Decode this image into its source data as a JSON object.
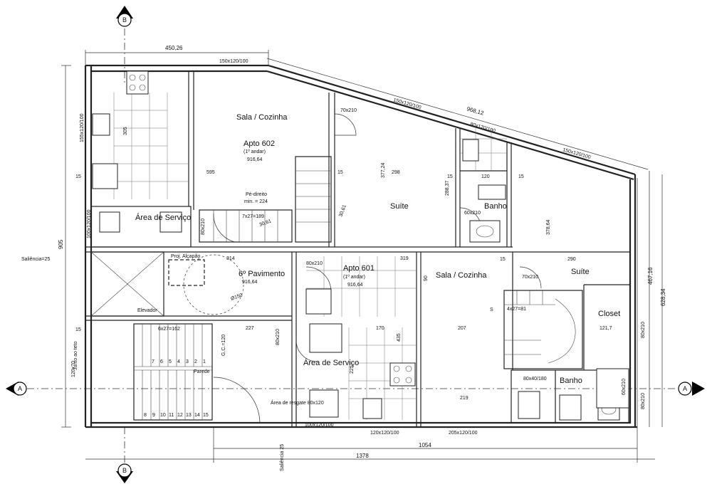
{
  "section_markers": {
    "top": "B",
    "bottom": "B",
    "left": "A",
    "right": "A"
  },
  "rooms": {
    "sala_602": "Sala / Cozinha",
    "apto_602": "Apto 602",
    "apto_602_floor": "(1º andar)",
    "level_602": "916,64",
    "suite_602": "Suíte",
    "banho_602": "Banho",
    "servico_602": "Área de Serviço",
    "pe_direito": "Pé-direito",
    "pe_direito_min": "min. = 224",
    "pavimento": "6º Pavimento",
    "level_pav": "916,64",
    "elevador": "Elevador",
    "alcapao": "Proj. Alçapão",
    "diam": "Ø150",
    "apto_601": "Apto 601",
    "apto_601_floor": "(1º andar)",
    "level_601": "916,64",
    "sala_601": "Sala / Cozinha",
    "suite_601": "Suíte",
    "closet": "Closet",
    "banho_601": "Banho",
    "servico_601": "Área de Serviço",
    "resgate": "Área de resgate 80x120",
    "parede": "Parede",
    "junto": "Junto ao teto",
    "saliencia_left": "Saliência=25",
    "saliencia_bottom": "Saliência 25"
  },
  "dimensions": {
    "top_450": "450,26",
    "win_150_top": "150x120/100",
    "diag_968": "968,12",
    "win_diag_1": "150x120/100",
    "win_diag_2": "80x120/100",
    "win_diag_3": "150x120/100",
    "left_905": "905",
    "left_155": "155x120/100",
    "left_100": "100x120/100",
    "left_120": "120x70",
    "d595": "595",
    "d298": "298",
    "d377": "377,24",
    "d288": "288,37",
    "d120": "120",
    "d378": "378,64",
    "d467": "467,16",
    "d628": "628,34",
    "d314": "314",
    "d319": "319",
    "d290": "290",
    "d227": "227",
    "d170": "170",
    "d207": "207",
    "d121": "121,7",
    "d219": "219",
    "d305": "305",
    "d435": "435",
    "d225": "225",
    "d15": "15",
    "d90": "90",
    "door_70_1": "70x210",
    "door_60_1": "60x210",
    "door_80_1": "80x210",
    "door_80_2": "80x210",
    "door_70_2": "70x210",
    "door_80_3": "80x210",
    "door_60_2": "60x210",
    "door_80_4": "80x210",
    "door_80_5": "80x210",
    "window_80_180": "80x40/180",
    "bottom_100": "100x120/100",
    "bottom_120": "120x120/100",
    "bottom_205": "205x120/100",
    "b1054": "1054",
    "b1378": "1378",
    "stair_top": "7x27=189",
    "stair_main": "6x27=162",
    "stair_601": "4x27=81",
    "stair_tag": "S",
    "gc": "G.C.=120",
    "d301": "30,61",
    "d306": "30,61",
    "stair_nums": [
      "1",
      "2",
      "3",
      "4",
      "5",
      "6",
      "7",
      "8",
      "9",
      "10",
      "11",
      "12",
      "13",
      "14",
      "15"
    ]
  },
  "colors": {
    "line": "#222222",
    "background": "#ffffff"
  }
}
